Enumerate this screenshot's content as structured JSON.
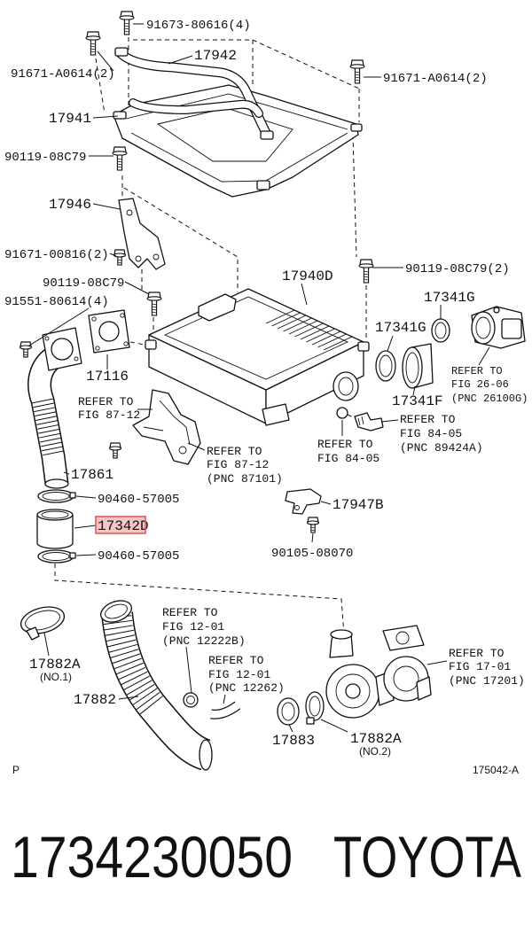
{
  "diagram": {
    "labels": {
      "bolt_top": "91673-80616(4)",
      "bolt_top_left": "91671-A0614(2)",
      "duct": "17942",
      "bolt_top_right": "91671-A0614(2)",
      "cover": "17941",
      "bolt_left_1": "90119-08C79",
      "bracket": "17946",
      "bolt_left_2": "91671-00816(2)",
      "bolt_left_3": "90119-08C79",
      "bolt_right": "90119-08C79(2)",
      "intercooler": "17940D",
      "bolt_gasket": "91551-80614(4)",
      "clamp_right_1": "17341G",
      "clamp_right_2": "17341G",
      "gasket": "17116",
      "hose_right": "17341F",
      "hose_left": "17861",
      "clamp_upper": "90460-57005",
      "bracket_small": "17947B",
      "sleeve": "17342D",
      "clamp_lower": "90460-57005",
      "bolt_bracket_small": "90105-08070",
      "clamp_no1": "17882A",
      "clamp_no1_note": "(NO.1)",
      "intake_hose": "17882",
      "ring": "17883",
      "clamp_no2": "17882A",
      "clamp_no2_note": "(NO.2)",
      "corner_left": "P",
      "figure_code": "175042-A"
    },
    "references": [
      {
        "line1": "REFER TO",
        "line2": "FIG 26-06",
        "line3": "(PNC 26100G)"
      },
      {
        "line1": "REFER TO",
        "line2": "FIG 87-12"
      },
      {
        "line1": "REFER TO",
        "line2": "FIG 84-05",
        "line3": "(PNC 89424A)"
      },
      {
        "line1": "REFER TO",
        "line2": "FIG 84-05"
      },
      {
        "line1": "REFER TO",
        "line2": "FIG 87-12",
        "line3": "(PNC 87101)"
      },
      {
        "line1": "REFER TO",
        "line2": "FIG 12-01",
        "line3": "(PNC 12222B)"
      },
      {
        "line1": "REFER TO",
        "line2": "FIG 12-01",
        "line3": "(PNC 12262)"
      },
      {
        "line1": "REFER TO",
        "line2": "FIG 17-01",
        "line3": "(PNC 17201)"
      }
    ],
    "highlight_color": "#e05a5a"
  },
  "caption": {
    "part_number": "1734230050",
    "brand": "TOYOTA"
  }
}
